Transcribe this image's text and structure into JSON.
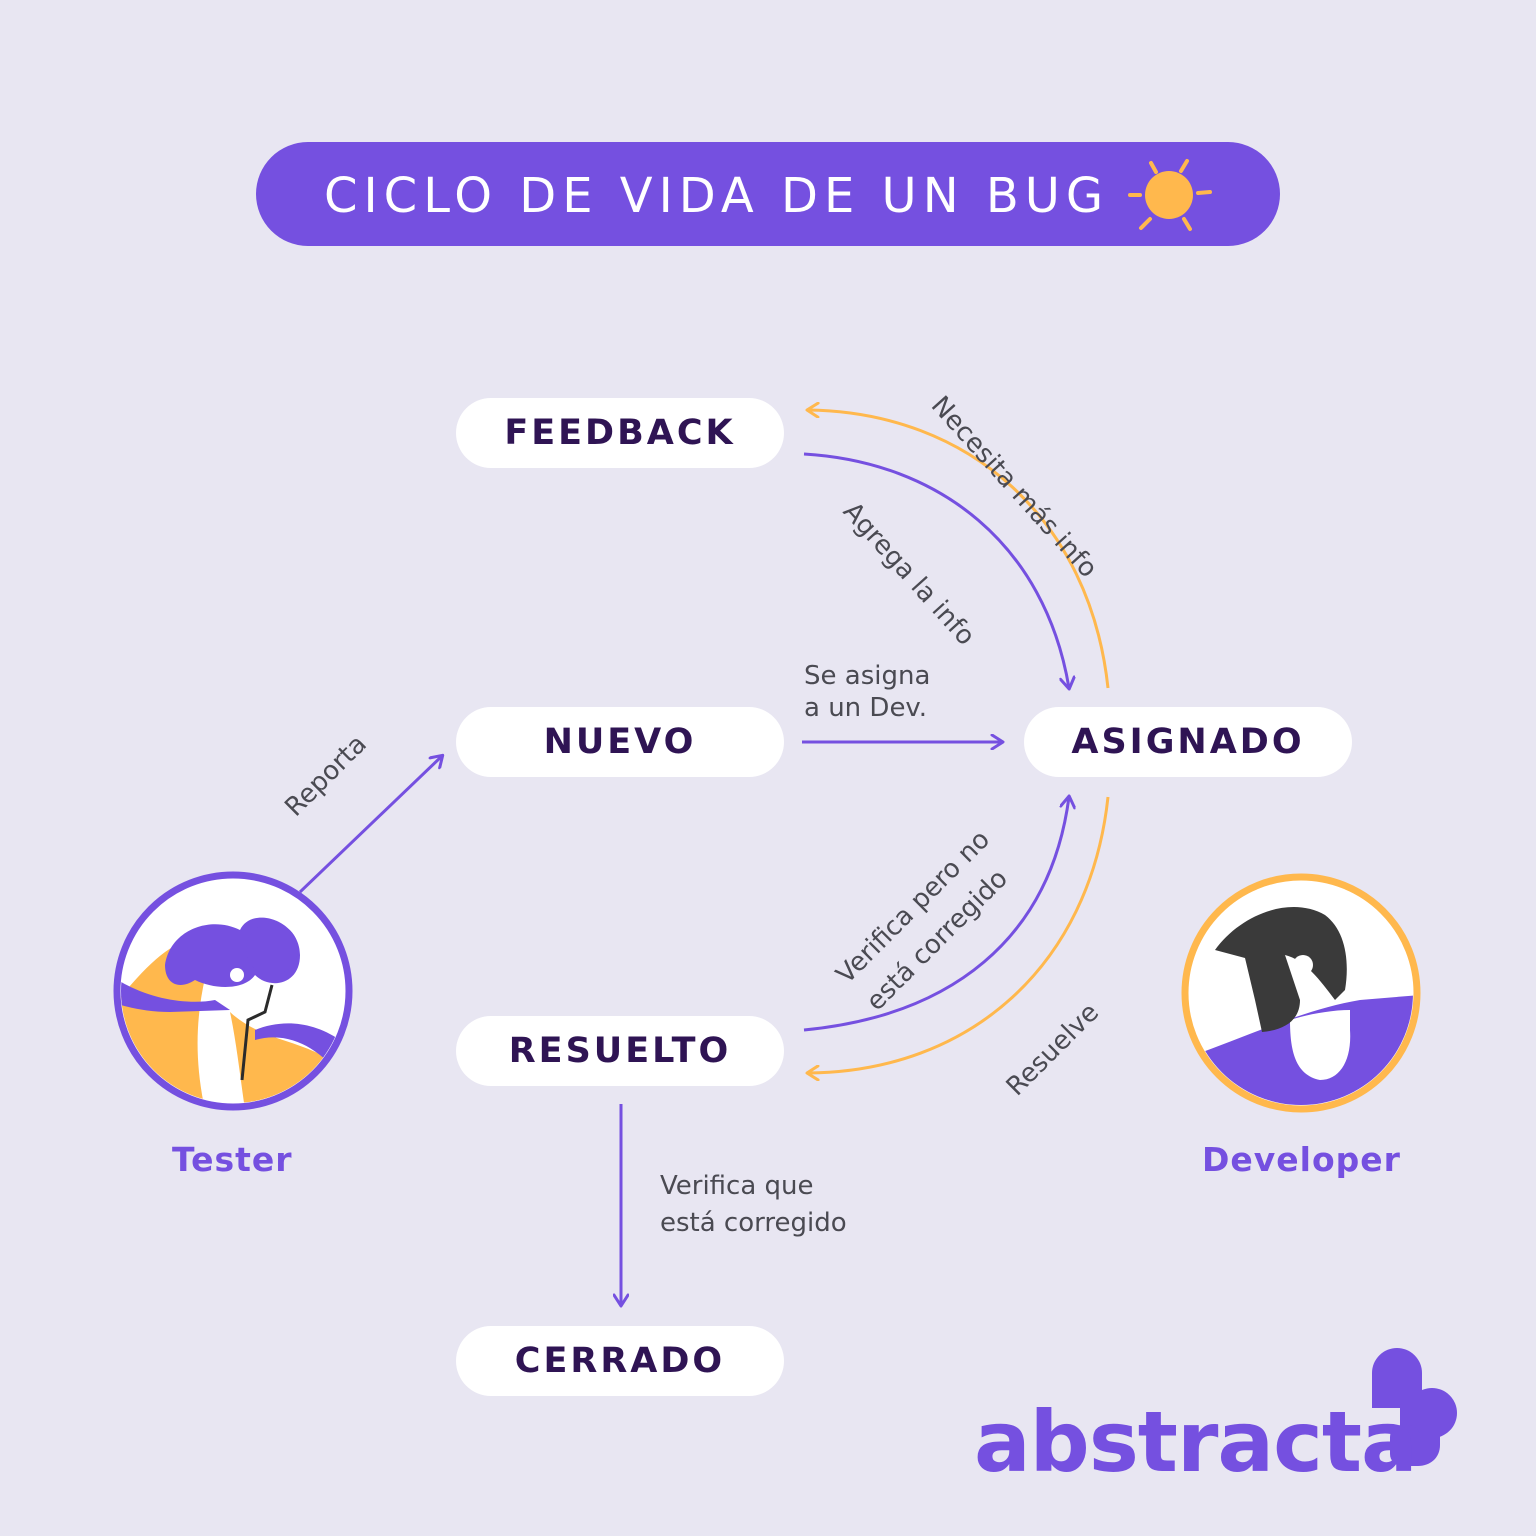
{
  "title": "CICLO DE VIDA DE UN BUG",
  "states": {
    "feedback": "FEEDBACK",
    "nuevo": "NUEVO",
    "asignado": "ASIGNADO",
    "resuelto": "RESUELTO",
    "cerrado": "CERRADO"
  },
  "transitions": {
    "reporta": "Reporta",
    "se_asigna_line1": "Se asigna",
    "se_asigna_line2": "a un Dev.",
    "necesita_info": "Necesita más info",
    "agrega_info": "Agrega la info",
    "verifica_no_line1": "Verifica pero no",
    "verifica_no_line2": "está corregido",
    "resuelve": "Resuelve",
    "verifica_si_line1": "Verifica que",
    "verifica_si_line2": "está corregido"
  },
  "roles": {
    "tester": "Tester",
    "developer": "Developer"
  },
  "logo": "abstracta",
  "colors": {
    "purple": "#7550e0",
    "orange": "#ffb84d",
    "dark_text": "#2f1454",
    "background": "#e8e6f2"
  },
  "icons": {
    "title_icon": "bug-sun-icon",
    "tester_avatar": "tester-avatar-icon",
    "developer_avatar": "developer-avatar-icon",
    "logo_mark": "abstracta-logo-icon"
  }
}
